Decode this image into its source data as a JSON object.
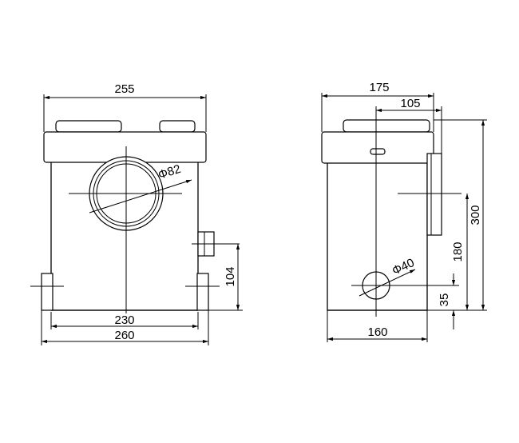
{
  "front_view": {
    "width_top": "255",
    "width_mid": "230",
    "width_base": "260",
    "outlet_diameter": "Φ82",
    "inlet_height": "104"
  },
  "side_view": {
    "depth_total": "175",
    "outlet_offset": "105",
    "depth_base": "160",
    "height_total": "300",
    "outlet_height": "180",
    "inlet_height": "35",
    "inlet_diameter": "Φ40"
  }
}
